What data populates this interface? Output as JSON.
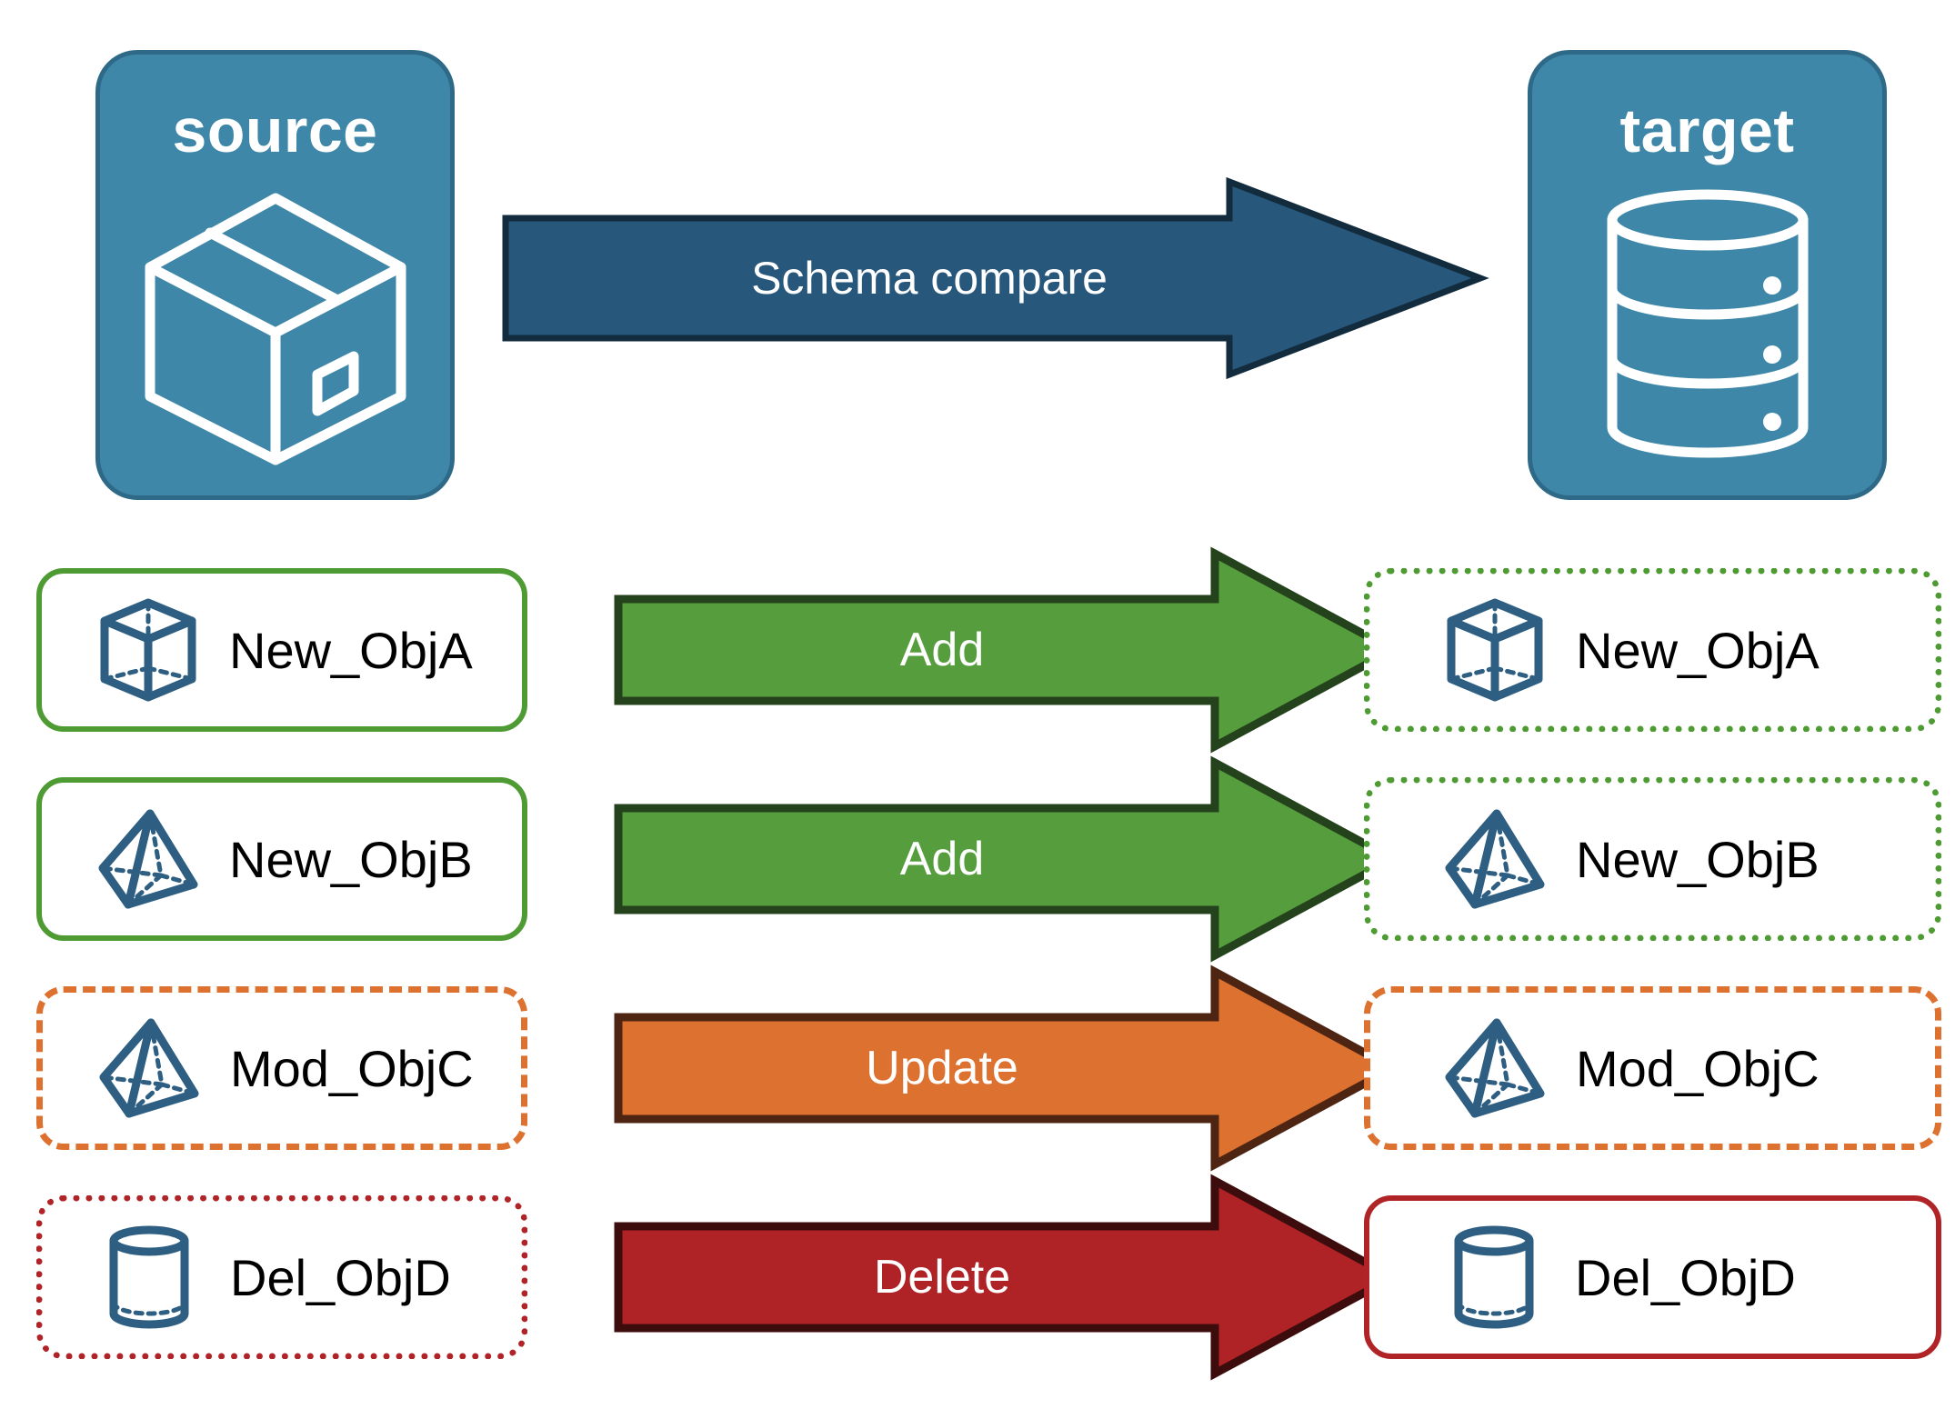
{
  "diagram": {
    "title_source": "source",
    "title_target": "target",
    "source_icon": "package-box-icon",
    "target_icon": "database-cylinder-icon",
    "main_arrow_label": "Schema compare",
    "colors": {
      "panel_fill": "#3E87A8",
      "panel_border": "#2E6A87",
      "main_arrow_fill": "#28577C",
      "main_arrow_border": "#122B3D",
      "add_fill": "#569E3D",
      "add_border": "#24421B",
      "update_fill": "#DD7130",
      "update_border": "#4E2412",
      "delete_fill": "#AF2226",
      "delete_border": "#3D0C0D",
      "object_icon": "#2E5F82",
      "green": "#4F9B33",
      "orange": "#DD7130",
      "red": "#B02428"
    },
    "rows": [
      {
        "action_label": "Add",
        "action_kind": "add",
        "left": {
          "label": "New_ObjA",
          "icon": "wireframe-cube-icon",
          "border_style": "solid",
          "border_color_name": "green"
        },
        "right": {
          "label": "New_ObjA",
          "icon": "wireframe-cube-icon",
          "border_style": "dotted",
          "border_color_name": "green"
        }
      },
      {
        "action_label": "Add",
        "action_kind": "add",
        "left": {
          "label": "New_ObjB",
          "icon": "wireframe-pyramid-icon",
          "border_style": "solid",
          "border_color_name": "green"
        },
        "right": {
          "label": "New_ObjB",
          "icon": "wireframe-pyramid-icon",
          "border_style": "dotted",
          "border_color_name": "green"
        }
      },
      {
        "action_label": "Update",
        "action_kind": "update",
        "left": {
          "label": "Mod_ObjC",
          "icon": "wireframe-pyramid-icon",
          "border_style": "dashed",
          "border_color_name": "orange"
        },
        "right": {
          "label": "Mod_ObjC",
          "icon": "wireframe-pyramid-icon",
          "border_style": "dashed",
          "border_color_name": "orange"
        }
      },
      {
        "action_label": "Delete",
        "action_kind": "delete",
        "left": {
          "label": "Del_ObjD",
          "icon": "wireframe-cylinder-icon",
          "border_style": "dotted",
          "border_color_name": "red"
        },
        "right": {
          "label": "Del_ObjD",
          "icon": "wireframe-cylinder-icon",
          "border_style": "solid",
          "border_color_name": "red"
        }
      }
    ]
  }
}
